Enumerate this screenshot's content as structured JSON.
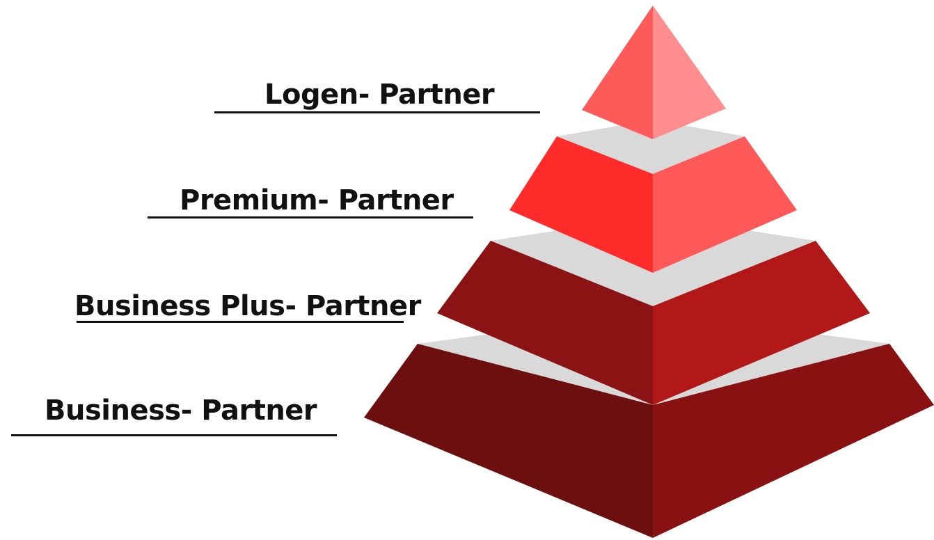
{
  "tiers": [
    {
      "label": "Logen- Partner",
      "left_color": "#ff5a5a",
      "right_color": "#ff8d8d"
    },
    {
      "label": "Premium- Partner",
      "left_color": "#ff2b2b",
      "right_color": "#ff5858"
    },
    {
      "label": "Business Plus- Partner",
      "left_color": "#8c1313",
      "right_color": "#b31818"
    },
    {
      "label": "Business- Partner",
      "left_color": "#6e0f0f",
      "right_color": "#8a1111"
    }
  ],
  "step_color": "#d9d9d9"
}
